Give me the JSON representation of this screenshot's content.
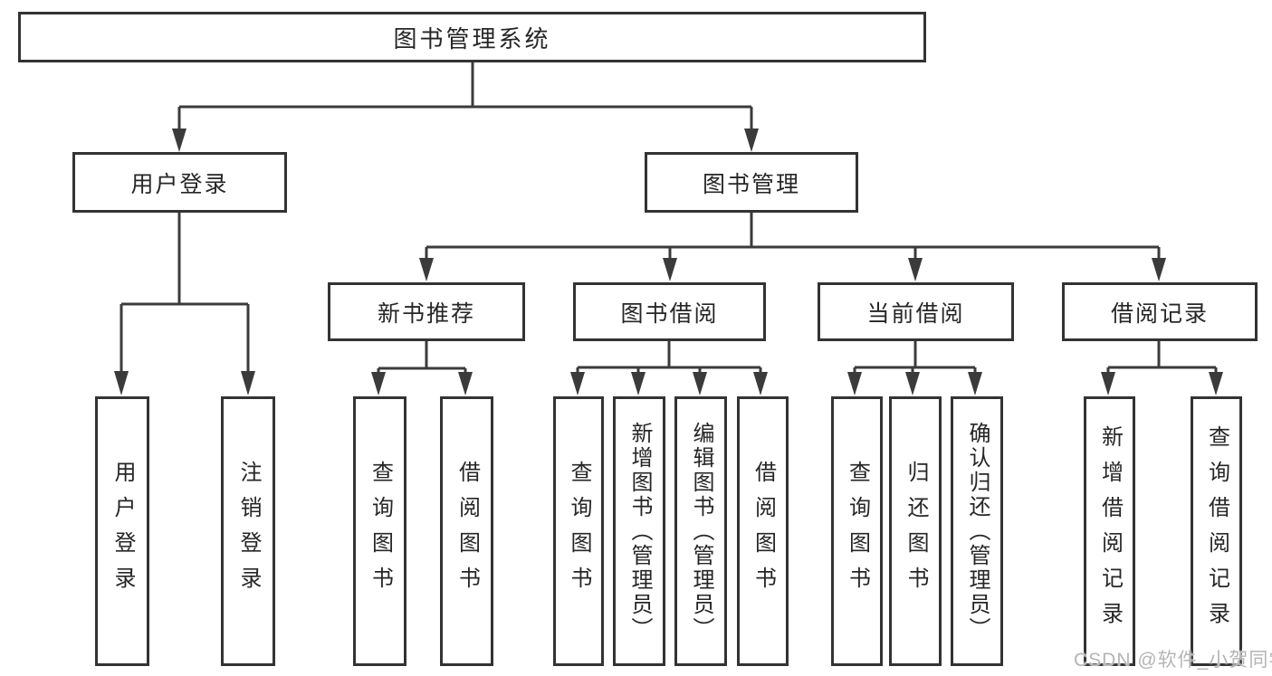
{
  "tree": {
    "label": "图书管理系统",
    "children": [
      {
        "label": "用户登录",
        "children": [
          {
            "label": "用户登录"
          },
          {
            "label": "注销登录"
          }
        ]
      },
      {
        "label": "图书管理",
        "children": [
          {
            "label": "新书推荐",
            "children": [
              {
                "label": "查询图书"
              },
              {
                "label": "借阅图书"
              }
            ]
          },
          {
            "label": "图书借阅",
            "children": [
              {
                "label": "查询图书"
              },
              {
                "label": "新增图书（管理员）"
              },
              {
                "label": "编辑图书（管理员）"
              },
              {
                "label": "借阅图书"
              }
            ]
          },
          {
            "label": "当前借阅",
            "children": [
              {
                "label": "查询图书"
              },
              {
                "label": "归还图书"
              },
              {
                "label": "确认归还（管理员）"
              }
            ]
          },
          {
            "label": "借阅记录",
            "children": [
              {
                "label": "新增借阅记录"
              },
              {
                "label": "查询借阅记录"
              }
            ]
          }
        ]
      }
    ]
  },
  "watermark": {
    "text": "CSDN @软件_小贺同学"
  },
  "colors": {
    "line": "#3b3b3b",
    "box_border": "#333333",
    "text": "#262626",
    "watermark": "#b5b5b5",
    "background": "#ffffff"
  }
}
